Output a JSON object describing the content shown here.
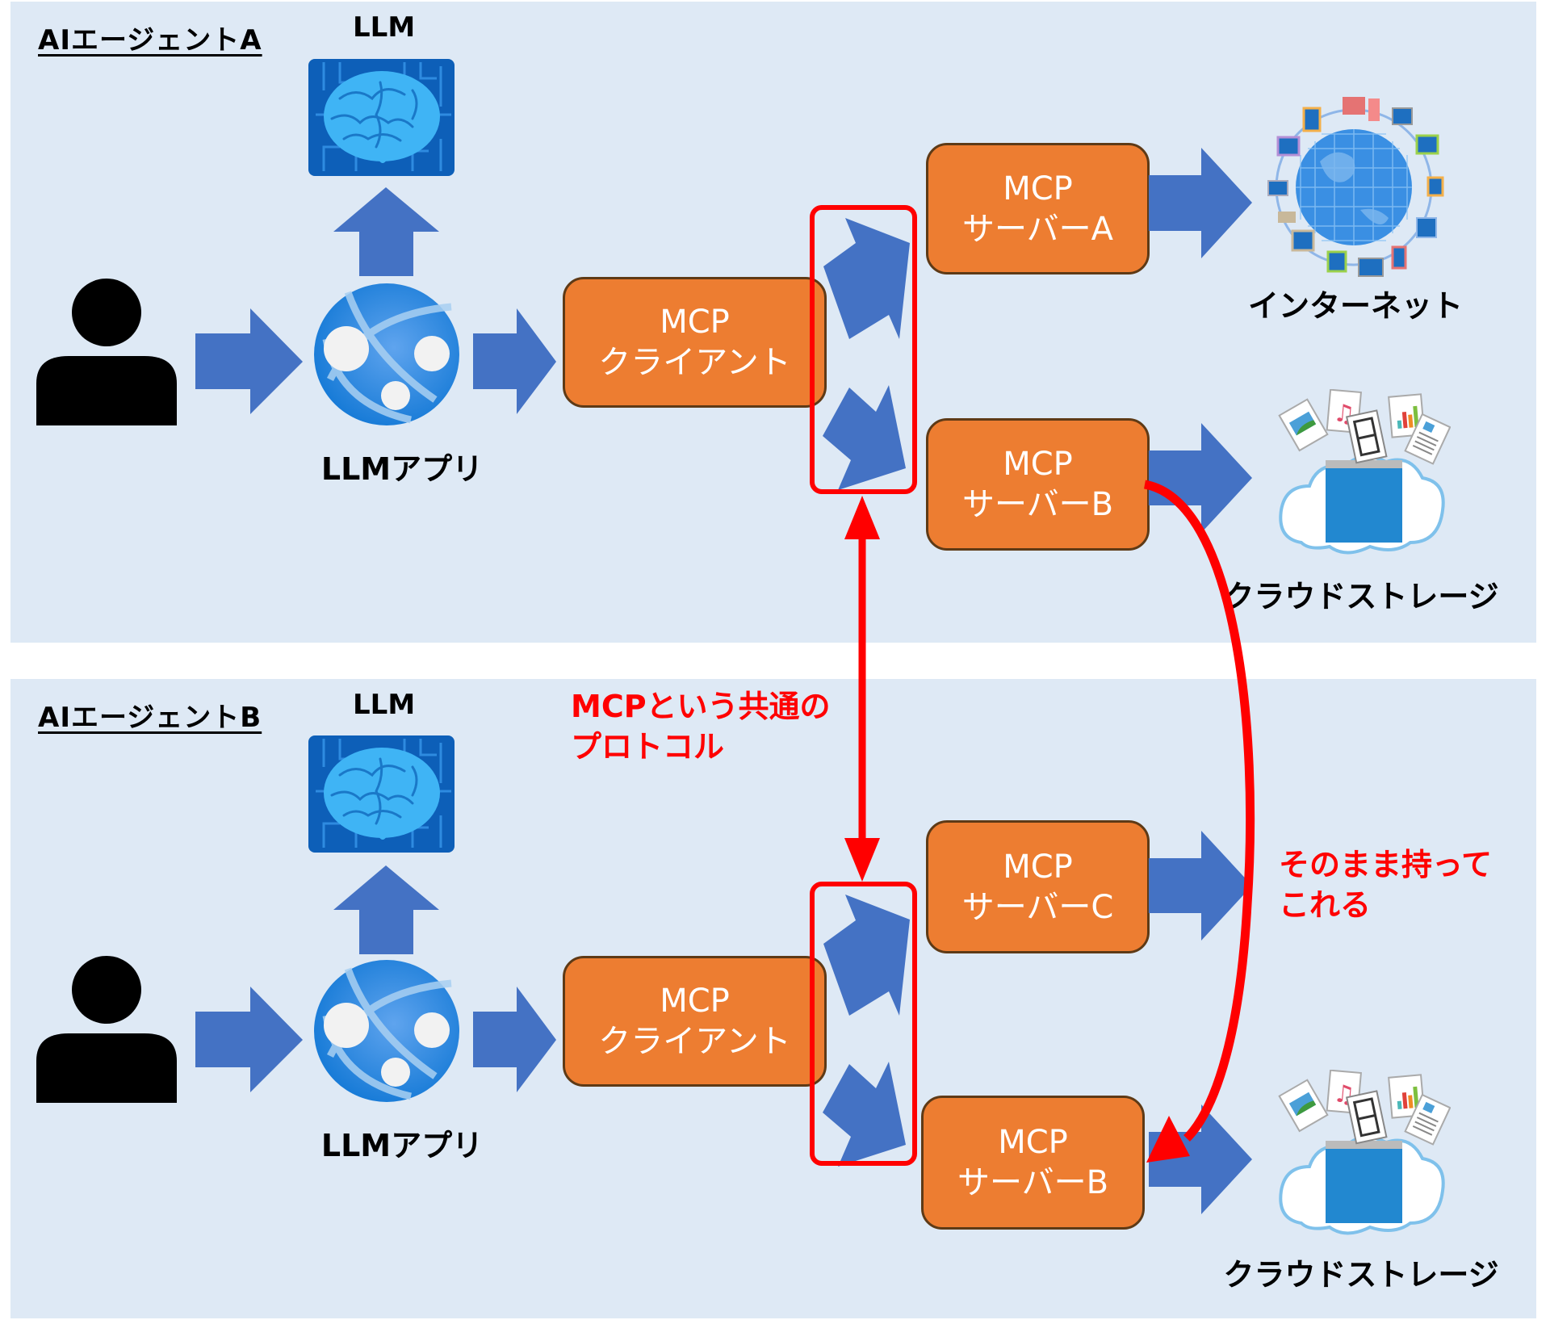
{
  "agent_a": {
    "title": "AIエージェントA",
    "llm_label": "LLM",
    "app_label": "LLMアプリ",
    "client": {
      "line1": "MCP",
      "line2": "クライアント"
    },
    "servers": [
      {
        "line1": "MCP",
        "line2": "サーバーA"
      },
      {
        "line1": "MCP",
        "line2": "サーバーB"
      }
    ],
    "targets": [
      {
        "label": "インターネット",
        "icon": "internet-globe-icon"
      },
      {
        "label": "クラウドストレージ",
        "icon": "cloud-storage-icon"
      }
    ]
  },
  "agent_b": {
    "title": "AIエージェントB",
    "llm_label": "LLM",
    "app_label": "LLMアプリ",
    "client": {
      "line1": "MCP",
      "line2": "クライアント"
    },
    "servers": [
      {
        "line1": "MCP",
        "line2": "サーバーC"
      },
      {
        "line1": "MCP",
        "line2": "サーバーB"
      }
    ],
    "targets": [
      {
        "label": "クラウドストレージ",
        "icon": "cloud-storage-icon"
      }
    ]
  },
  "annotations": {
    "protocol": {
      "line1": "MCPという共通の",
      "line2": "プロトコル"
    },
    "portable": {
      "line1": "そのまま持って",
      "line2": "これる"
    }
  },
  "colors": {
    "panel": "#DEE9F5",
    "box_fill": "#ED7D31",
    "box_border": "#5E3A16",
    "arrow": "#4472C4",
    "highlight": "#FF0000"
  }
}
